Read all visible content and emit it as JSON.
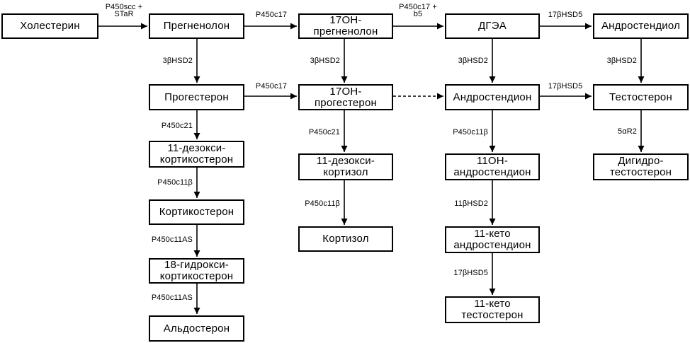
{
  "nodes": {
    "cholesterol": "Холестерин",
    "pregnenolone": "Прегненолон",
    "oh17_pregnenolone": "17ОН-\nпрегненолон",
    "dhea": "ДГЭА",
    "androstenediol": "Андростендиол",
    "progesterone": "Прогестерон",
    "oh17_progesterone": "17ОН-\nпрогестерон",
    "androstenedione": "Андростендион",
    "testosterone": "Тестостерон",
    "deoxycorticosterone": "11-дезокси-\nкортикостерон",
    "deoxycortisol": "11-дезокси-\nкортизол",
    "oh11_androstenedione": "11ОН-\nандростендион",
    "dihydrotestosterone": "Дигидро-\nтестостерон",
    "corticosterone": "Кортикостерон",
    "cortisol": "Кортизол",
    "keto11_androstenedione": "11-кето\nандростендион",
    "hydroxycorticosterone18": "18-гидрокси-\nкортикостерон",
    "keto11_testosterone": "11-кето\nтестостерон",
    "aldosterone": "Альдостерон"
  },
  "enzymes": {
    "p450scc_star": "P450scc +\nSTaR",
    "p450c17_a": "P450c17",
    "p450c17_b5": "P450c17 +\nb5",
    "hsd17b_a": "17βHSD5",
    "hsd3b_a": "3βHSD2",
    "hsd3b_b": "3βHSD2",
    "hsd3b_c": "3βHSD2",
    "hsd3b_d": "3βHSD2",
    "p450c17_b": "P450c17",
    "hsd17b_b": "17βHSD5",
    "p450c21_a": "P450c21",
    "p450c21_b": "P450c21",
    "p450c11b_a": "P450c11β",
    "p450c11b_b": "P450c11β",
    "p450c11b_c": "P450c11β",
    "sa_r2": "5αR2",
    "hsd11b2": "11βHSD2",
    "p450c11as_a": "P450c11AS",
    "p450c11as_b": "P450c11AS",
    "hsd17b_c": "17βHSD5"
  }
}
